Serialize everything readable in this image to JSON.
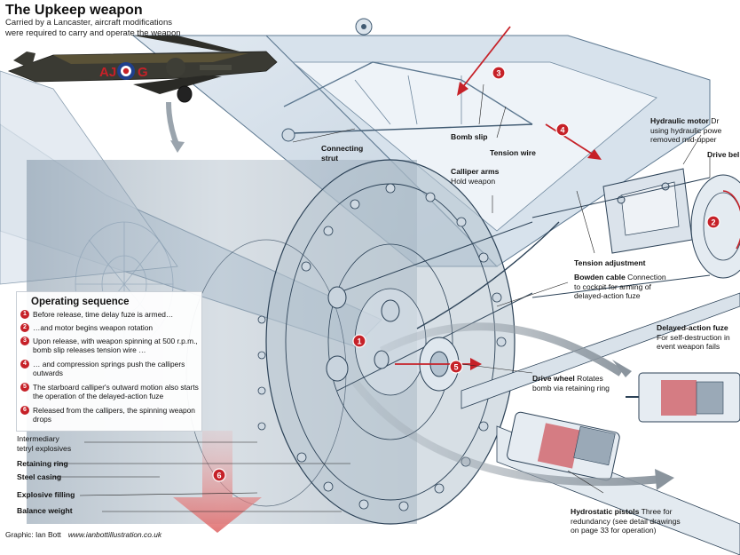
{
  "header": {
    "title": "The Upkeep weapon",
    "subtitle": "Carried by a Lancaster, aircraft modifications were required to carry and operate the weapon"
  },
  "aircraft": {
    "code_left": "AJ",
    "code_right": "G"
  },
  "labels": {
    "connecting_strut": {
      "name": "Connecting strut"
    },
    "bomb_slip": {
      "name": "Bomb slip"
    },
    "tension_wire": {
      "name": "Tension wire"
    },
    "calliper_arms": {
      "name": "Calliper arms",
      "desc": "Hold weapon"
    },
    "hydraulic_motor": {
      "name": "Hydraulic motor",
      "desc1": "Dr",
      "desc2": "using hydraulic powe",
      "desc3": "removed mid-upper"
    },
    "drive_belt": {
      "name": "Drive bel"
    },
    "tension_adjustment": {
      "name": "Tension adjustment"
    },
    "bowden_cable": {
      "name": "Bowden cable",
      "desc1": "Connection",
      "desc2": "to cockpit for arming of",
      "desc3": "delayed-action fuze"
    },
    "delayed_action_fuze": {
      "name": "Delayed-action fuze",
      "desc1": "For self-destruction in",
      "desc2": "event weapon fails"
    },
    "drive_wheel": {
      "name": "Drive wheel",
      "desc1": "Rotates",
      "desc2": "bomb via retaining ring"
    },
    "intermediary": {
      "line1": "Intermediary",
      "line2": "tetryl explosives"
    },
    "retaining_ring": {
      "name": "Retaining ring"
    },
    "steel_casing": {
      "name": "Steel casing"
    },
    "explosive_filling": {
      "name": "Explosive filling"
    },
    "balance_weight": {
      "name": "Balance weight"
    },
    "hydrostatic_pistols": {
      "name": "Hydrostatic pistols",
      "desc1": "Three for",
      "desc2": "redundancy (see detail drawings",
      "desc3": "on page 33 for operation)"
    }
  },
  "operating_sequence": {
    "title": "Operating sequence",
    "steps": [
      {
        "num": "1",
        "text": "Before release, time delay fuze is armed…"
      },
      {
        "num": "2",
        "text": "…and motor begins weapon rotation"
      },
      {
        "num": "3",
        "text": "Upon release, with weapon spinning at 500 r.p.m., bomb slip releases tension wire …"
      },
      {
        "num": "4",
        "text": "… and compression springs push the callipers outwards"
      },
      {
        "num": "5",
        "text": "The starboard calliper's outward motion also starts the operation of the delayed-action fuze"
      },
      {
        "num": "6",
        "text": "Released from the callipers, the spinning weapon drops"
      }
    ]
  },
  "markers": [
    "1",
    "2",
    "3",
    "4",
    "5",
    "6"
  ],
  "credit": {
    "text": "Graphic: Ian Bott",
    "url": "www.ianbottillustration.co.uk"
  },
  "colors": {
    "accent_red": "#c62128",
    "frame_blue": "#c9d6e3",
    "bomb_grey": "#8e9fae",
    "line_dark": "#2c4257"
  }
}
